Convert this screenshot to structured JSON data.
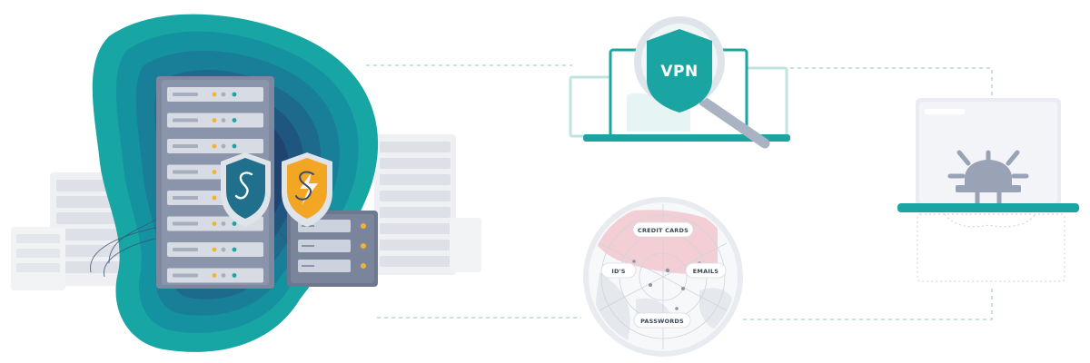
{
  "vpn_badge": {
    "text": "VPN"
  },
  "globe_labels": {
    "credit_cards": "CREDIT CARDS",
    "ids": "ID'S",
    "emails": "EMAILS",
    "passwords": "PASSWORDS"
  },
  "colors": {
    "teal": "#1aa5a2",
    "navy": "#1f3d66",
    "shield_orange": "#f2a623",
    "server_gray": "#9aa3b5",
    "light_gray": "#e8ebef",
    "connector": "#9fd3cc",
    "alert_pink": "#f3c3cc"
  }
}
